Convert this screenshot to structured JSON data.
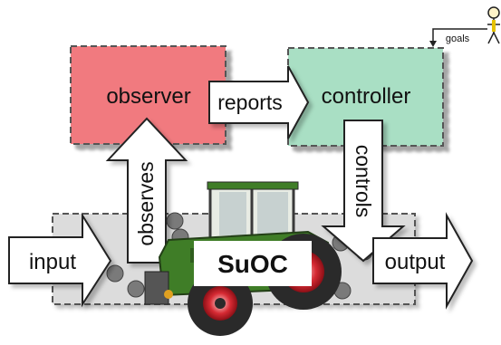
{
  "labels": {
    "observer": "observer",
    "controller": "controller",
    "reports": "reports",
    "observes": "observes",
    "controls": "controls",
    "input": "input",
    "output": "output",
    "suoc": "SuOC",
    "goals": "goals"
  },
  "colors": {
    "observer_fill": "#f17a7f",
    "controller_fill": "#a9dfc4",
    "suoc_band_fill": "#dcdcdc",
    "arrow_fill": "#ffffff",
    "tractor_body": "#3f7d27",
    "tractor_wheel": "#2a2a2a",
    "tractor_rim": "#c6202b"
  },
  "icons": {
    "user": "stick-figure-icon",
    "system": "tractor-icon"
  }
}
